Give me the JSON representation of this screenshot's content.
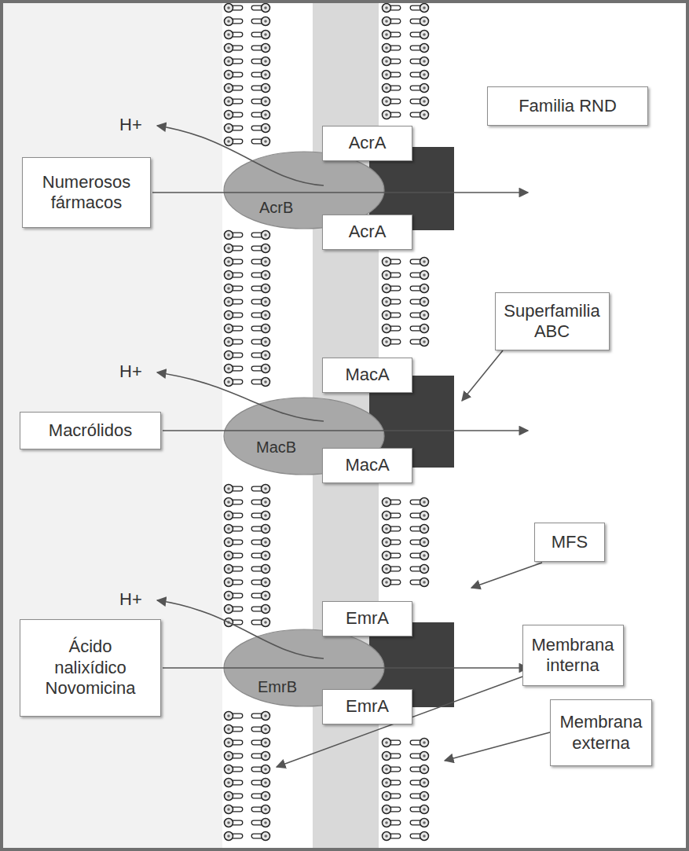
{
  "diagram": {
    "nodes": [
      {
        "text": [
          "Familia RND"
        ]
      },
      {
        "text": [
          "AcrA"
        ]
      },
      {
        "text": [
          "Numerosos fármacos"
        ]
      },
      {
        "text": [
          "AcrB"
        ]
      },
      {
        "text": [
          "AcrA"
        ]
      },
      {
        "text": [
          "Superfamilia ABC"
        ]
      },
      {
        "text": [
          "MacA"
        ]
      },
      {
        "text": [
          "Macrólidos"
        ]
      },
      {
        "text": [
          "MacB"
        ]
      },
      {
        "text": [
          "MacA"
        ]
      },
      {
        "text": [
          "MFS"
        ]
      },
      {
        "text": [
          "EmrA"
        ]
      },
      {
        "text": [
          "Ácido nalixídico Novomicina"
        ]
      },
      {
        "text": [
          "EmrB"
        ]
      },
      {
        "text": [
          "EmrA"
        ]
      },
      {
        "text": [
          "Membrana interna"
        ]
      },
      {
        "text": [
          "Membrana externa"
        ]
      }
    ],
    "labels": [
      "H+",
      "H+",
      "H+"
    ]
  }
}
